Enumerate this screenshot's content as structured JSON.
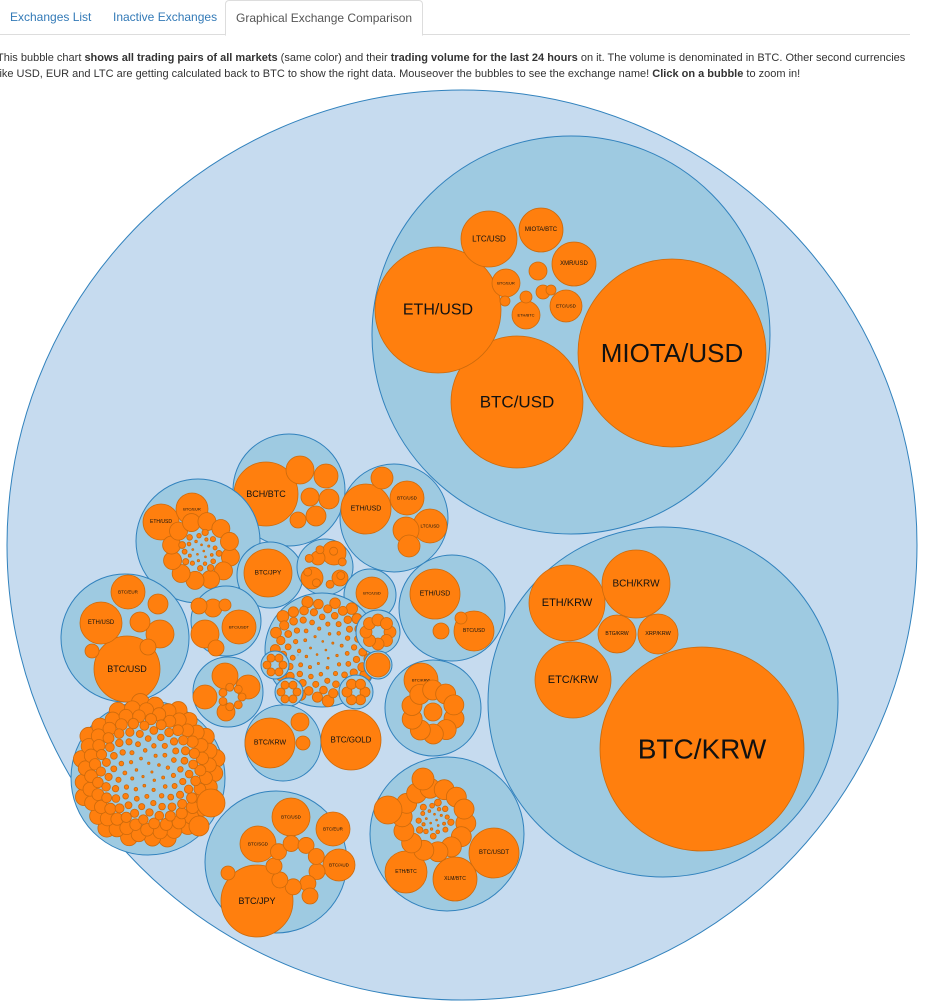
{
  "tabs": [
    {
      "label": "Exchanges List"
    },
    {
      "label": "Inactive Exchanges"
    },
    {
      "label": "Graphical Exchange Comparison"
    }
  ],
  "description": {
    "p1": "This bubble chart ",
    "b1": "shows all trading pairs of all markets",
    "p2": " (same color) and their ",
    "b2": "trading volume for the last 24 hours",
    "p3": " on it. The volume is denominated in BTC. Other second currencies like USD, EUR and LTC are getting calculated back to BTC to show the right data. Mouseover the bubbles to see the exchange name! ",
    "b3": "Click on a bubble",
    "p4": " to zoom in!"
  },
  "colors": {
    "root_fill": "#c6dbef",
    "exchange_fill": "#9ecae1",
    "inner_fill": "#6baed6",
    "stroke": "#3182bd",
    "pair_fill": "#ff7f0e",
    "pair_stroke": "#cc6a0c",
    "tab_link": "#337ab7"
  },
  "chart_data": {
    "type": "bubble",
    "title": "",
    "size_measure": "trading volume (24h, BTC)",
    "exchanges": [
      {
        "pairs": [
          "MIOTA/USD",
          "BTC/USD",
          "ETH/USD",
          "LTC/USD",
          "MIOTA/BTC",
          "XMR/USD",
          "BTC/EUR",
          "ETC/USD",
          "ETH/BTC"
        ]
      },
      {
        "pairs": [
          "BTC/KRW",
          "ETH/KRW",
          "ETC/KRW",
          "BCH/KRW",
          "BTG/KRW",
          "XRP/KRW"
        ]
      },
      {
        "pairs": [
          "BCH/BTC"
        ]
      },
      {
        "pairs": [
          "ETH/USD",
          "BTC/USD",
          "LTC/USD"
        ]
      },
      {
        "pairs": [
          "ETH/USD",
          "BTC/EUR"
        ]
      },
      {
        "pairs": [
          "BTC/USD",
          "ETH/USD",
          "BTC/EUR"
        ]
      },
      {
        "pairs": [
          "BTC/JPY"
        ]
      },
      {
        "pairs": [
          "BTC/USD"
        ]
      },
      {
        "pairs": [
          "ETH/USD",
          "BTC/USD"
        ]
      },
      {
        "pairs": [
          "BTC/USDT"
        ]
      },
      {
        "pairs": [
          "BTC/KRW"
        ]
      },
      {
        "pairs": [
          "BTC/GOLD"
        ]
      },
      {
        "pairs": [
          "BTC/KRW"
        ]
      },
      {
        "pairs": [
          "BTC/JPY",
          "BTC/USD",
          "BTC/EUR",
          "BTC/SGD",
          "BTC/AUD"
        ]
      },
      {
        "pairs": [
          "BTC/USDT",
          "ETH/BTC",
          "XLM/BTC"
        ]
      }
    ]
  }
}
